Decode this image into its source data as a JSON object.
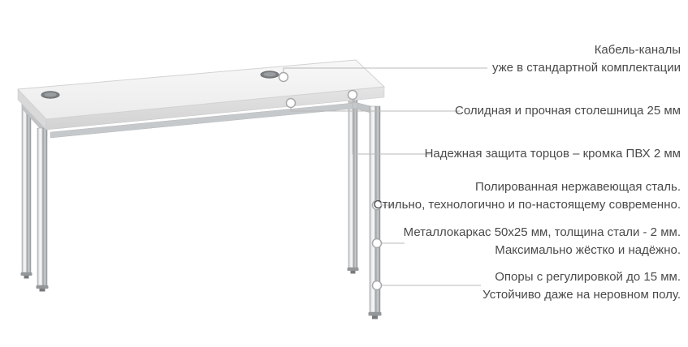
{
  "product": {
    "illustration": "office-desk-with-chrome-legs",
    "callouts": [
      {
        "lines": [
          "Кабель-каналы",
          "уже в стандартной комплектации"
        ]
      },
      {
        "lines": [
          "Солидная и прочная столешница 25 мм"
        ]
      },
      {
        "lines": [
          "Надежная защита торцов – кромка ПВХ 2 мм"
        ]
      },
      {
        "lines": [
          "Полированная нержавеющая сталь.",
          "Стильно, технологично и по-настоящему современно."
        ]
      },
      {
        "lines": [
          "Металлокаркас 50х25 мм, толщина стали - 2 мм.",
          "Максимально жёстко и надёжно."
        ]
      },
      {
        "lines": [
          "Опоры с регулировкой до 15 мм.",
          "Устойчиво даже на неровном полу."
        ]
      }
    ]
  },
  "colors": {
    "background": "#ffffff",
    "text": "#4a4a4a",
    "callout_line": "#b8b8b8",
    "marker_fill": "#ffffff",
    "marker_stroke": "#a8a8a8",
    "tabletop": "#f2f2f2",
    "tabletop_edge": "#d8d8d8",
    "chrome_leg": "#c8cbcd"
  }
}
